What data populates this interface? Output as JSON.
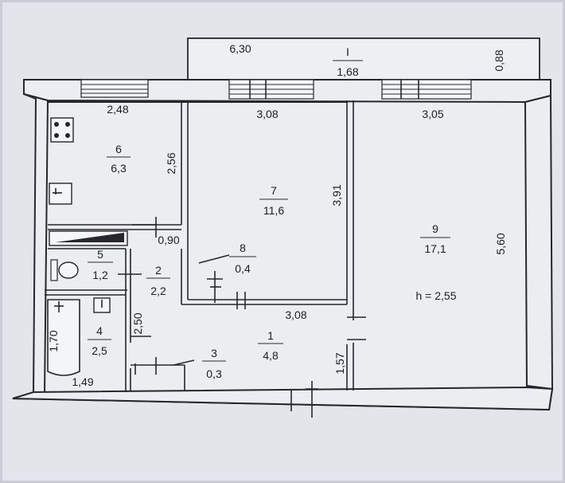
{
  "plan": {
    "height_label": "h = 2,55",
    "balcony": {
      "number": "I",
      "area": "1,68",
      "length": "6,30",
      "depth": "0,88"
    },
    "rooms": [
      {
        "number": "1",
        "area": "4,8"
      },
      {
        "number": "2",
        "area": "2,2"
      },
      {
        "number": "3",
        "area": "0,3"
      },
      {
        "number": "4",
        "area": "2,5"
      },
      {
        "number": "5",
        "area": "1,2"
      },
      {
        "number": "6",
        "area": "6,3"
      },
      {
        "number": "7",
        "area": "11,6"
      },
      {
        "number": "8",
        "area": "0,4"
      },
      {
        "number": "9",
        "area": "17,1"
      }
    ],
    "dimensions": {
      "kitchen_width": "2,48",
      "kitchen_depth": "2,56",
      "room7_width": "3,08",
      "room7_depth": "3,91",
      "room9_width": "3,05",
      "room9_depth": "5,60",
      "hall_width": "3,08",
      "hall_depth": "1,57",
      "corridor_width": "0,90",
      "corridor_depth": "2,50",
      "bath_width": "1,49",
      "tub_length": "1,70"
    }
  }
}
